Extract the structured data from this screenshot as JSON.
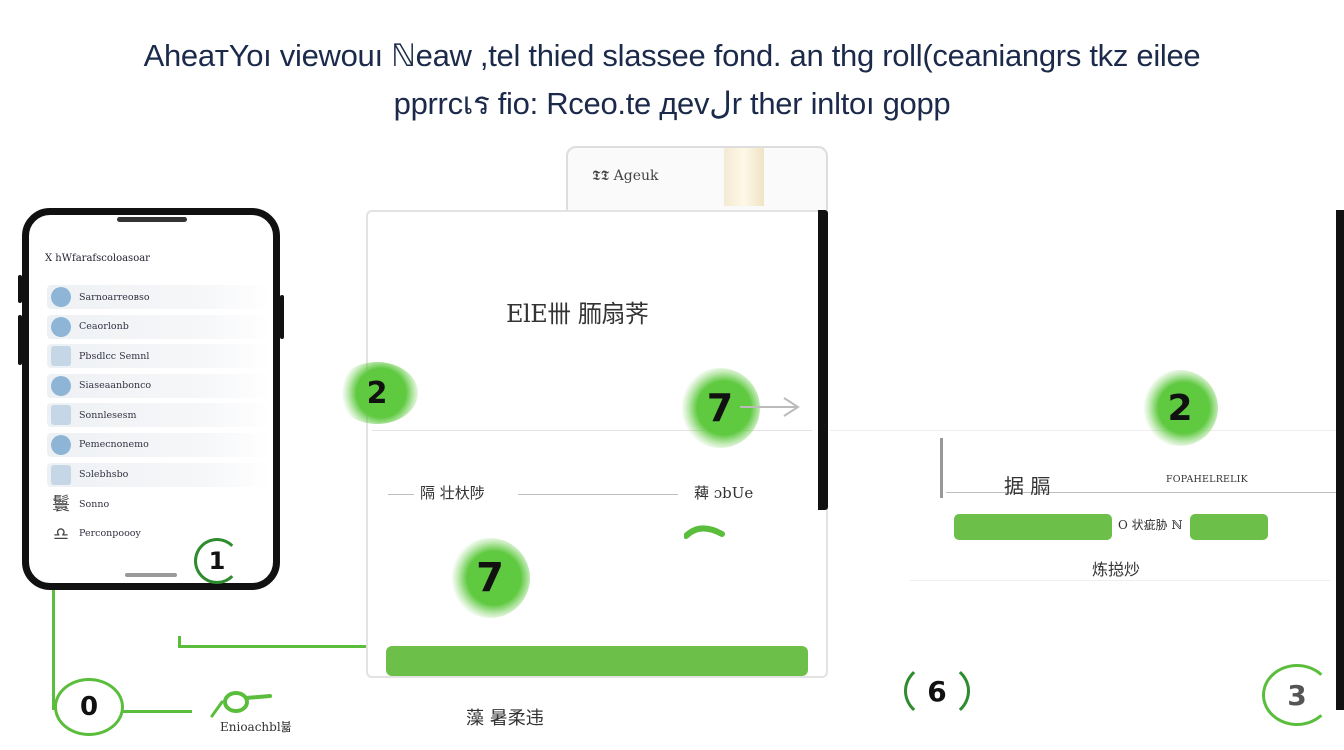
{
  "header": {
    "line1": "AheaтYoı viewouı ℕeaw ,tel thied slassee fond. an thg roll(ceaniangrs tkz eilee",
    "line2": "pprrcเร fiо: Rceo.te дevلr ther inltoı gopp"
  },
  "phone": {
    "header": "X hWfarafscoloasoar",
    "items": [
      {
        "label": "Sarnoarreoвso",
        "style": "dot"
      },
      {
        "label": "Ceaorlonb",
        "style": "dot"
      },
      {
        "label": "Pbsdlcc Semnl",
        "style": "alt"
      },
      {
        "label": "Siaseaanbonco",
        "style": "dot"
      },
      {
        "label": "Sonnlesesm",
        "style": "alt"
      },
      {
        "label": "Pemecnonemo",
        "style": "dot"
      },
      {
        "label": "Sɔlebhsbo",
        "style": "alt"
      },
      {
        "label": "Sonno",
        "style": "plain",
        "glyph": "鬟"
      },
      {
        "label": "Perconpoooy",
        "style": "plain",
        "glyph": "♎"
      }
    ]
  },
  "panel": {
    "back_label": "𝕿𝕿 Ageuk",
    "heading": "ElE卌 胹扇荠",
    "left_item": "隔 壮杕陟",
    "right_item": "薭 ɔbUe",
    "bottom_label": "藻 暑柔违"
  },
  "right": {
    "left_label": "据 膈",
    "right_label": "FOPAHELRELIK",
    "pill_text": "O 状疵胁 ℕ",
    "under_label": "炼搃炒"
  },
  "badges": {
    "b1": "1",
    "b0": "0",
    "b2a": "2",
    "b7a": "7",
    "b7b": "7",
    "b2b": "2",
    "b6": "6",
    "b3": "3"
  },
  "bottom": {
    "left_caption": "Enioachbl뷻",
    "accent_color": "#5bbd3c"
  }
}
